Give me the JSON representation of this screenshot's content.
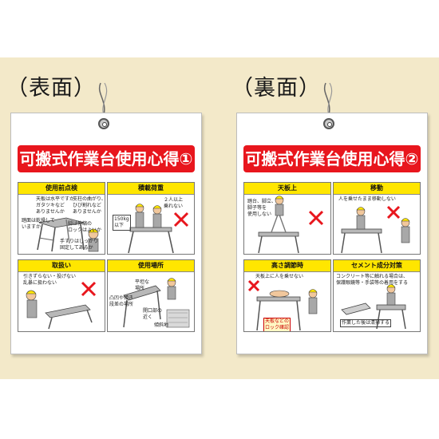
{
  "labels": {
    "front": "（表面）",
    "back": "（裏面）"
  },
  "front": {
    "title": "可搬式作業台使用心得①",
    "quads": [
      {
        "head": "使用前点検",
        "notes": [
          "天板は水平ですか\nガタツキなど\nありませんか",
          "支柱の曲がり、\nひび割れなど\nありませんか",
          "踏面は乾燥して\nいますか",
          "脚は伸縮の\nロックはよいか",
          "手すりはしっかり\n固定してあるか"
        ]
      },
      {
        "head": "積載荷重",
        "notes": [
          "150kg\n以下",
          "２人以上\n乗れない"
        ]
      },
      {
        "head": "取扱い",
        "notes": [
          "引きずらない・投げない\n乱暴に扱わない"
        ]
      },
      {
        "head": "使用場所",
        "notes": [
          "平坦な\n場所",
          "凸凹や傾き\n段差の場所",
          "開口部の\n近く",
          "傾斜地"
        ]
      }
    ]
  },
  "back": {
    "title": "可搬式作業台使用心得②",
    "quads": [
      {
        "head": "天板上",
        "notes": [
          "踏台、脚立、\n脚子等を\n使用しない"
        ]
      },
      {
        "head": "移動",
        "notes": [
          "人を乗せたまま移動しない"
        ]
      },
      {
        "head": "高さ調節時",
        "notes": [
          "天板上に人を乗せない",
          "天板などの\nロック確認"
        ]
      },
      {
        "head": "セメント成分対策",
        "notes": [
          "コンクリート等に触れる場合は、\n保護眼鏡等・手袋等の着用をする",
          "作業した後は清掃する"
        ]
      }
    ]
  },
  "colors": {
    "title_bg": "#e8161d",
    "header_bg": "#ffe600",
    "backdrop": "#f3e9c9",
    "cross": "#e8161d"
  }
}
